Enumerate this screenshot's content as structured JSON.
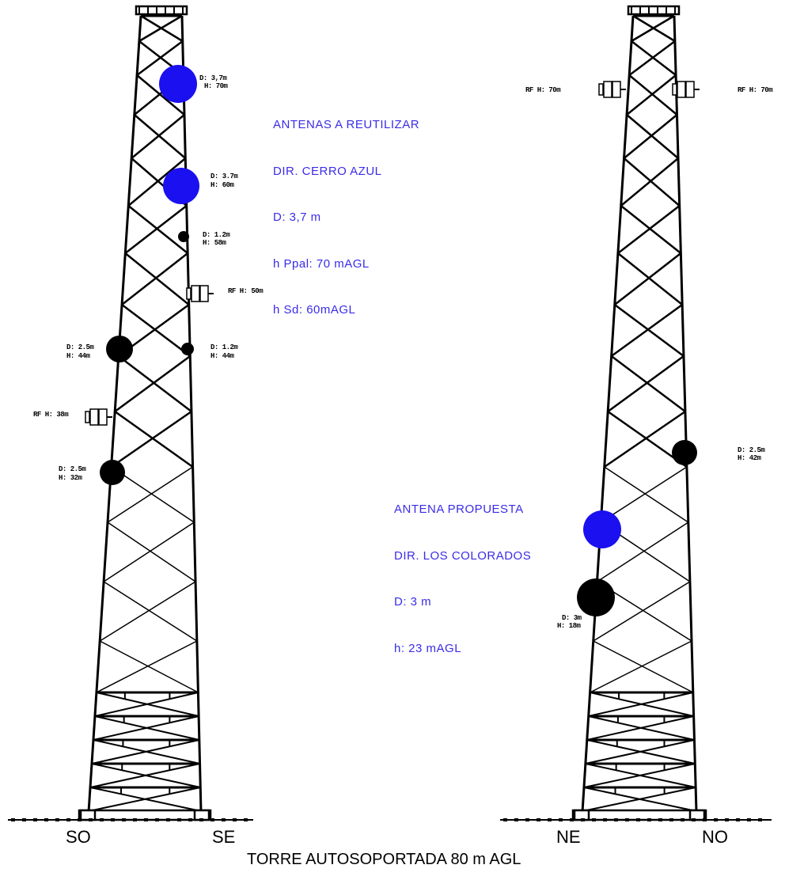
{
  "title": "TORRE AUTOSOPORTADA 80 m AGL",
  "faces": {
    "left": {
      "a": "SO",
      "b": "SE"
    },
    "right": {
      "a": "NE",
      "b": "NO"
    }
  },
  "notes": {
    "reuse": {
      "lines": [
        "ANTENAS A REUTILIZAR",
        "DIR. CERRO AZUL",
        "D: 3,7 m",
        "h Ppal: 70 mAGL",
        "h Sd: 60mAGL"
      ],
      "color": "#3a2ce8"
    },
    "proposed": {
      "lines": [
        "ANTENA PROPUESTA",
        "DIR. LOS COLORADOS",
        "D: 3 m",
        "h: 23 mAGL"
      ],
      "color": "#3a2ce8"
    }
  },
  "antennas": {
    "left_dish_70": {
      "d": "D: 3,7m",
      "h": "H: 70m",
      "color": "#1a10f0"
    },
    "left_dish_60": {
      "d": "D: 3.7m",
      "h": "H: 60m",
      "color": "#1a10f0"
    },
    "left_dish_58": {
      "d": "D: 1.2m",
      "h": "H: 58m",
      "color": "#000000"
    },
    "left_rf_50": {
      "label": "RF H: 50m"
    },
    "left_dish_44a": {
      "d": "D: 2.5m",
      "h": "H: 44m",
      "color": "#000000"
    },
    "left_dish_44b": {
      "d": "D: 1.2m",
      "h": "H: 44m",
      "color": "#000000"
    },
    "left_rf_38": {
      "label": "RF H: 38m"
    },
    "left_dish_32": {
      "d": "D: 2.5m",
      "h": "H: 32m",
      "color": "#000000"
    },
    "right_rf_70a": {
      "label": "RF H: 70m"
    },
    "right_rf_70b": {
      "label": "RF H: 70m"
    },
    "right_dish_42": {
      "d": "D: 2.5m",
      "h": "H: 42m",
      "color": "#000000"
    },
    "right_dish_23": {
      "color": "#1a10f0"
    },
    "right_dish_18": {
      "d": "D: 3m",
      "h": "H: 18m",
      "color": "#000000"
    }
  },
  "line_color": "#000000"
}
